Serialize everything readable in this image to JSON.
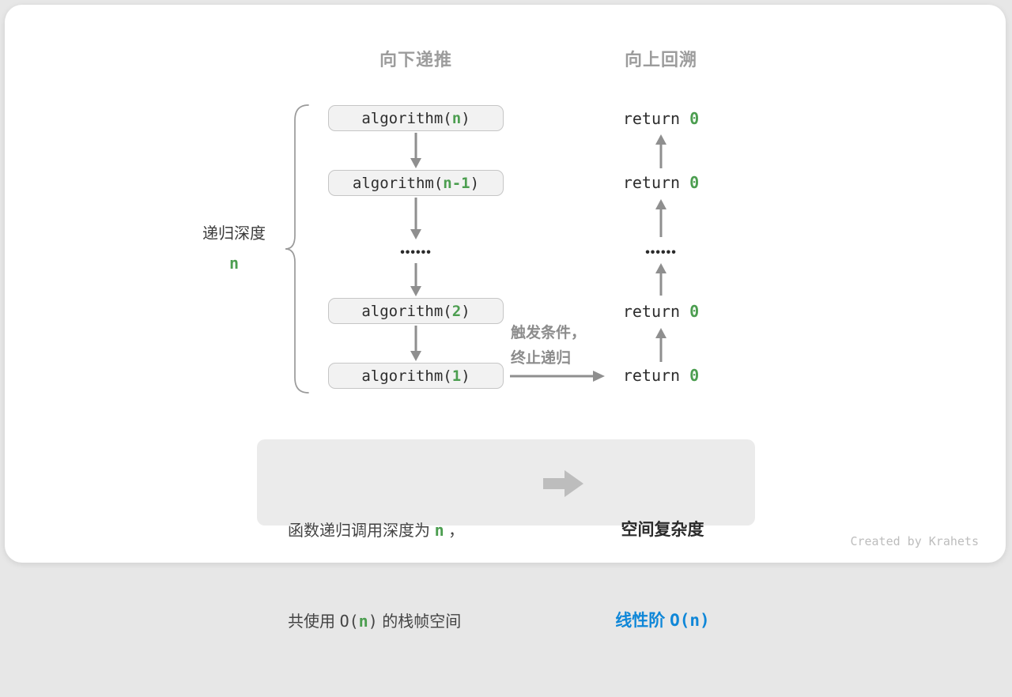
{
  "headers": {
    "down": "向下递推",
    "up": "向上回溯"
  },
  "depth_label": {
    "text": "递归深度",
    "value": "n"
  },
  "recursion": {
    "frames": [
      {
        "pre": "algorithm(",
        "arg": "n",
        "post": ")"
      },
      {
        "pre": "algorithm(",
        "arg": "n-1",
        "post": ")"
      },
      {
        "pre": "algorithm(",
        "arg": "2",
        "post": ")"
      },
      {
        "pre": "algorithm(",
        "arg": "1",
        "post": ")"
      }
    ],
    "ellipsis": "••••••"
  },
  "returns": {
    "rows": [
      {
        "pre": "return ",
        "val": "0"
      },
      {
        "pre": "return ",
        "val": "0"
      },
      {
        "pre": "return ",
        "val": "0"
      },
      {
        "pre": "return ",
        "val": "0"
      }
    ],
    "ellipsis": "••••••"
  },
  "trigger": {
    "line1": "触发条件，",
    "line2": "终止递归"
  },
  "summary": {
    "left_line1": {
      "a": "函数递归调用深度为 ",
      "b": "n",
      "c": " ，"
    },
    "left_line2": {
      "a": "共使用 ",
      "b": "O(",
      "c": "n",
      "d": ")",
      "e": " 的栈帧空间"
    },
    "right_line1": "空间复杂度",
    "right_line2": {
      "a": "线性阶 ",
      "b": "O(n)"
    }
  },
  "credit": "Created by Krahets",
  "colors": {
    "green": "#4c9e50",
    "blue": "#0f87d8",
    "arrow_gray": "#8f8f8f",
    "header_gray": "#9c9c9c"
  }
}
